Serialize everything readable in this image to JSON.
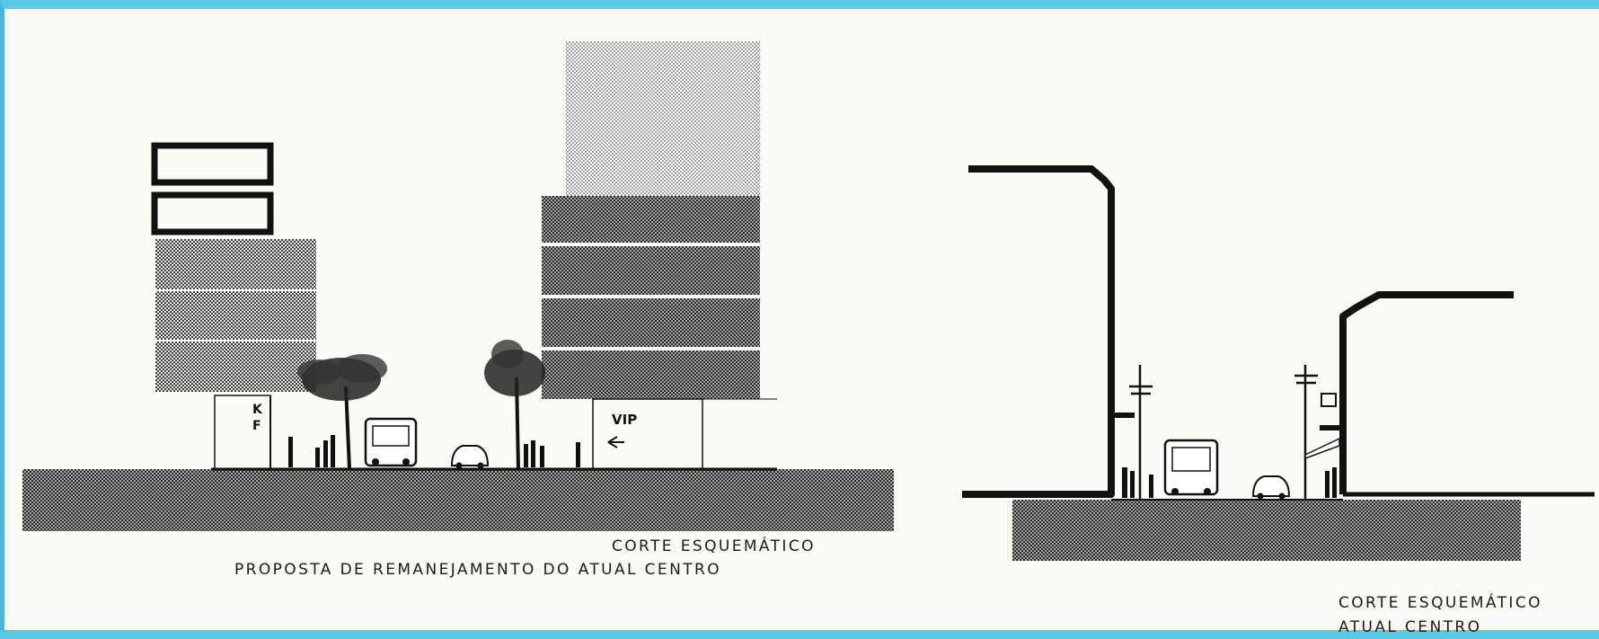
{
  "left_section": {
    "caption_line1": "CORTE ESQUEMÁTICO",
    "caption_line2": "PROPOSTA DE REMANEJAMENTO DO ATUAL CENTRO",
    "sign_kf": "KF",
    "sign_vip": "VIP"
  },
  "right_section": {
    "caption_line1": "CORTE ESQUEMÁTICO",
    "caption_line2": "ATUAL CENTRO"
  },
  "colors": {
    "background": "#fbfaf5",
    "frame": "#5bc8e6",
    "ink": "#111111"
  }
}
